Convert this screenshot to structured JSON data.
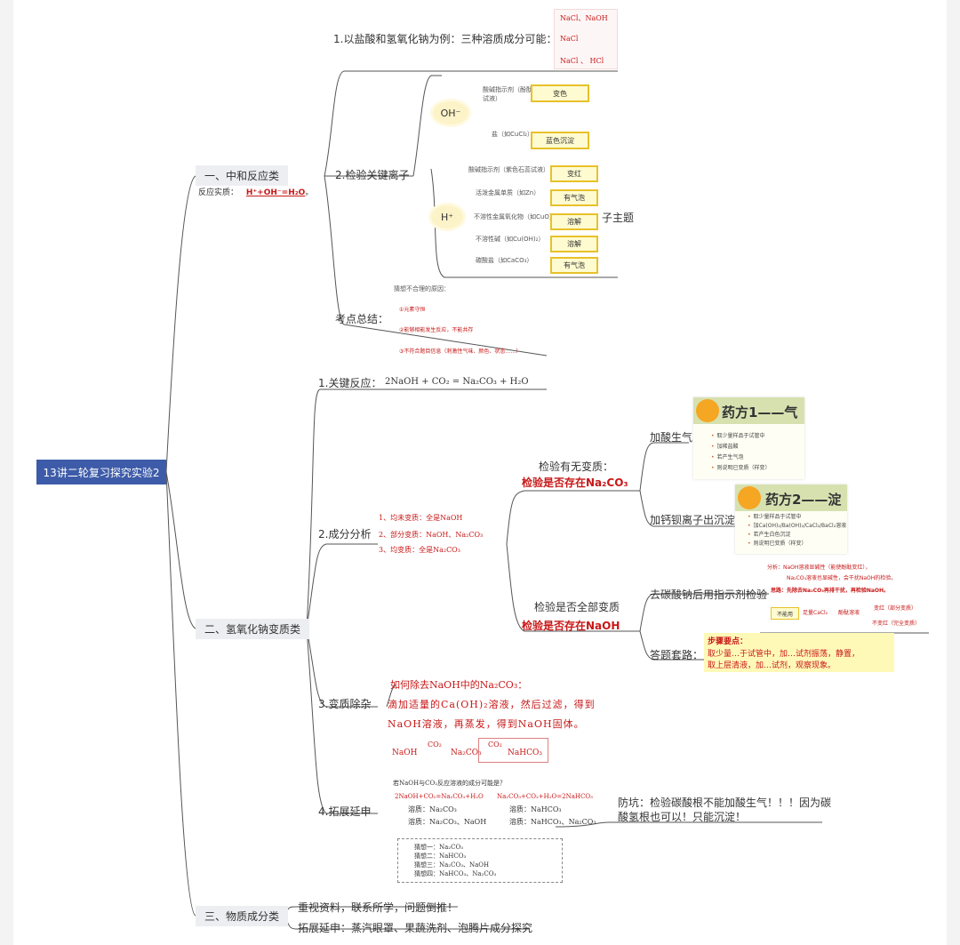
{
  "root": "13讲二轮复习探究实验2",
  "sections": {
    "s1": {
      "title": "一、中和反应类",
      "essence_label": "反应实质：",
      "essence_formula": "H⁺+OH⁻=H₂O",
      "essence_tail": "。",
      "example": {
        "label": "1.以盐酸和氢氧化钠为例：三种溶质成分可能：",
        "options": [
          "NaCl、NaOH",
          "NaCl",
          "NaCl 、 HCl"
        ]
      },
      "ions": {
        "label": "2.检验关键离子",
        "oh": {
          "ion": "OH⁻",
          "tests": [
            {
              "reagent": "酸碱指示剂（酚酞试液）",
              "result": "变色"
            },
            {
              "reagent": "盐（如CuCl₂）",
              "result": "蓝色沉淀"
            }
          ]
        },
        "h": {
          "ion": "H⁺",
          "tests": [
            {
              "reagent": "酸碱指示剂（紫色石蕊试液）",
              "result": "变红"
            },
            {
              "reagent": "活泼金属单质（如Zn）",
              "result": "有气泡"
            },
            {
              "reagent": "不溶性金属氧化物（如CuO）",
              "result": "溶解"
            },
            {
              "reagent": "不溶性碱（如Cu(OH)₂）",
              "result": "溶解"
            },
            {
              "reagent": "碳酸盐（如CaCO₃）",
              "result": "有气泡"
            }
          ]
        },
        "subtopic": "子主题"
      },
      "summary": {
        "label": "考点总结：",
        "intro": "猜想不合理的原因：",
        "reasons": [
          "①元素守恒",
          "②能够相能发生反应，不能共存",
          "③不符合题目信息（刺激性气味、颜色、状态……）"
        ]
      }
    },
    "s2": {
      "title": "二、氢氧化钠变质类",
      "key": {
        "label": "1.关键反应：",
        "equation": "2NaOH + CO₂ = Na₂CO₃ + H₂O"
      },
      "analysis": {
        "label": "2.成分分析",
        "cases": [
          "1、均未变质：全是NaOH",
          "2、部分变质：NaOH、Na₂CO₃",
          "3、均变质：全是Na₂CO₃"
        ],
        "check1": {
          "label": "检验有无变质：",
          "main": "检验是否存在Na₂CO₃",
          "acid": {
            "label": "加酸生气",
            "card_title": "药方1——气",
            "bullets": [
              "取少量样品于试管中",
              "加稀盐酸",
              "若产生气泡",
              "则说明已变质（样变）"
            ]
          },
          "ba": {
            "label": "加钙钡离子出沉淀",
            "card_title": "药方2——淀",
            "bullets": [
              "取少量样品于试管中",
              "加Ca(OH)₂/Ba(OH)₂/CaCl₂/BaCl₂溶液",
              "若产生白色沉淀",
              "则说明已变质（样变）"
            ]
          }
        },
        "check2": {
          "label": "检验是否全部变质",
          "main": "检验是否存在NaOH",
          "remove": {
            "label": "去碳酸钠后用指示剂检验",
            "analysis_a": "分析：NaOH溶液显碱性（能使酚酞变红），",
            "analysis_b": "Na₂CO₃溶液也显碱性，会干扰NaOH的检验。",
            "thought": "思路：先除去Na₂CO₃再排干扰，再检验NaOH。",
            "flow_start": "不能用",
            "flow_step1": "足量CaCl₂",
            "flow_step2": "酚酞溶液",
            "flow_res1": "变红（部分变质）",
            "flow_res2": "不变红（完全变质）"
          },
          "answer": {
            "label": "答题套路：",
            "title": "步骤要点：",
            "line1": "取少量…于试管中，加…试剂振荡，静置，",
            "line2": "取上层清液，加…试剂，观察现象。"
          }
        }
      },
      "removal": {
        "label": "3.变质除杂",
        "question": "如何除去NaOH中的Na₂CO₃：",
        "line1": "滴加适量的Ca(OH)₂溶液，然后过滤，得到",
        "line2": "NaOH溶液，再蒸发，得到NaOH固体。"
      },
      "extension": {
        "label": "4.拓展延申",
        "chain": {
          "a": "NaOH",
          "co2a": "CO₂",
          "b": "Na₂CO₃",
          "co2b": "CO₂",
          "c": "NaHCO₃"
        },
        "question": "若NaOH与CO₂反应溶液的成分可能是？",
        "eq1": "2NaOH+CO₂=Na₂CO₃+H₂O",
        "eq2": "Na₂CO₃+CO₂+H₂O=2NaHCO₃",
        "left": [
          "溶质：Na₂CO₃",
          "溶质：Na₂CO₃、NaOH"
        ],
        "right": [
          "溶质：NaHCO₃",
          "溶质：NaHCO₃、Na₂CO₃"
        ],
        "guesses": [
          "猜想一：Na₂CO₃",
          "猜想二：NaHCO₃",
          "猜想三：Na₂CO₃、NaOH",
          "猜想四：NaHCO₃、Na₂CO₃"
        ],
        "pit_line1": "防坑：检验碳酸根不能加酸生气！！！因为碳",
        "pit_line2": "酸氢根也可以！只能沉淀！"
      }
    },
    "s3": {
      "title": "三、物质成分类",
      "items": [
        "重视资料，联系所学，问题倒推！",
        "拓展延申：蒸汽眼罩、果蔬洗剂、泡腾片成分探究"
      ]
    }
  }
}
